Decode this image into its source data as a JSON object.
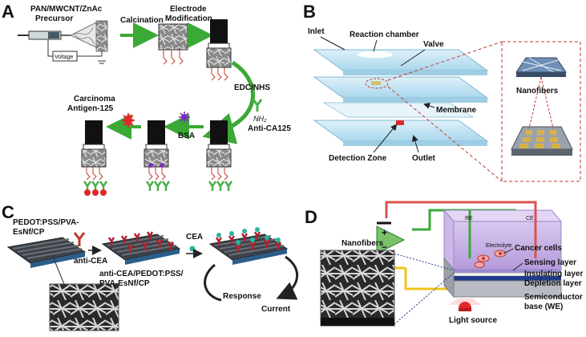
{
  "panels": {
    "a": {
      "letter": "A",
      "precursor_line1": "PAN/MWCNT/ZnAc",
      "precursor_line2": "Precursor",
      "voltage": "Voltage",
      "calcination": "Calcination",
      "electrode_line1": "Electrode",
      "electrode_line2": "Modification",
      "edc": "EDC/NHS",
      "nh2": "NH₂",
      "anti": "Anti-CA125",
      "bsa": "BSA",
      "carcinoma_line1": "Carcinoma",
      "carcinoma_line2": "Antigen-125"
    },
    "b": {
      "letter": "B",
      "inlet": "Inlet",
      "reaction_chamber": "Reaction chamber",
      "valve": "Valve",
      "nanofibers": "Nanofibers",
      "membrane": "Membrane",
      "detection_zone": "Detection Zone",
      "outlet": "Outlet"
    },
    "c": {
      "letter": "C",
      "pedot_line1": "PEDOT:PSS/PVA-",
      "pedot_line2": "EsNf/CP",
      "anti_cea": "anti-CEA",
      "cea": "CEA",
      "product_line1": "anti-CEA/PEDOT:PSS/",
      "product_line2": "PVA-EsNf/CP",
      "response": "Response",
      "current": "Current"
    },
    "d": {
      "letter": "D",
      "nanofibers": "Nanofibers",
      "re": "RE",
      "ce": "CE",
      "electrolyte": "Electrolyte",
      "cancer_cells": "Cancer cells",
      "sensing_layer": "Sensing layer",
      "insulating_layer": "Insulating layer",
      "depletion_layer": "Depletion layer",
      "semiconductor_line1": "Semiconductor",
      "semiconductor_line2": "base (WE)",
      "light_source": "Light source",
      "plus": "+",
      "minus": "−"
    }
  },
  "colors": {
    "arrow_green": "#3aa935",
    "antibody_green": "#4caf50",
    "antigen_red": "#e0282a",
    "bsa_purple": "#7b2fbf",
    "chip_blue": "#bfe4f2",
    "chamber_purple": "#c9b3e6",
    "wire_red": "#d9534f",
    "wire_yellow": "#f0c419",
    "cea_teal": "#2bb5a0"
  }
}
